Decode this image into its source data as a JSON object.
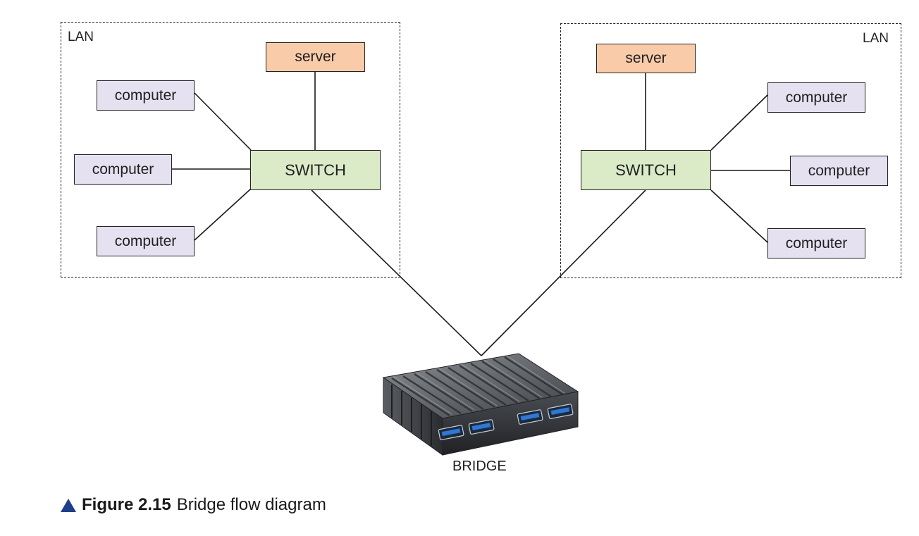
{
  "lans": [
    {
      "label": "LAN",
      "switch": "SWITCH",
      "server": "server",
      "computers": [
        "computer",
        "computer",
        "computer"
      ]
    },
    {
      "label": "LAN",
      "switch": "SWITCH",
      "server": "server",
      "computers": [
        "computer",
        "computer",
        "computer"
      ]
    }
  ],
  "bridge": {
    "label": "BRIDGE",
    "icon": "bridge-device-icon"
  },
  "caption": {
    "marker_icon": "triangle-icon",
    "marker_color": "#1f3f8a",
    "number": "Figure 2.15",
    "text": "Bridge flow diagram"
  },
  "colors": {
    "computer": "#e6e1f1",
    "server": "#f9cba8",
    "switch": "#dbebc8"
  }
}
